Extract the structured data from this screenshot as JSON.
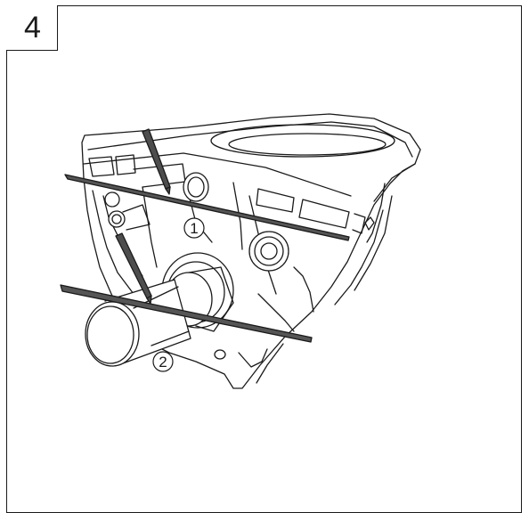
{
  "step": {
    "number": "4"
  },
  "callouts": [
    {
      "label": "1"
    },
    {
      "label": "2"
    }
  ],
  "colors": {
    "line": "#1a1a1a",
    "level_bar": "#555555",
    "pencil": "#4d4d4d",
    "background": "#ffffff"
  }
}
